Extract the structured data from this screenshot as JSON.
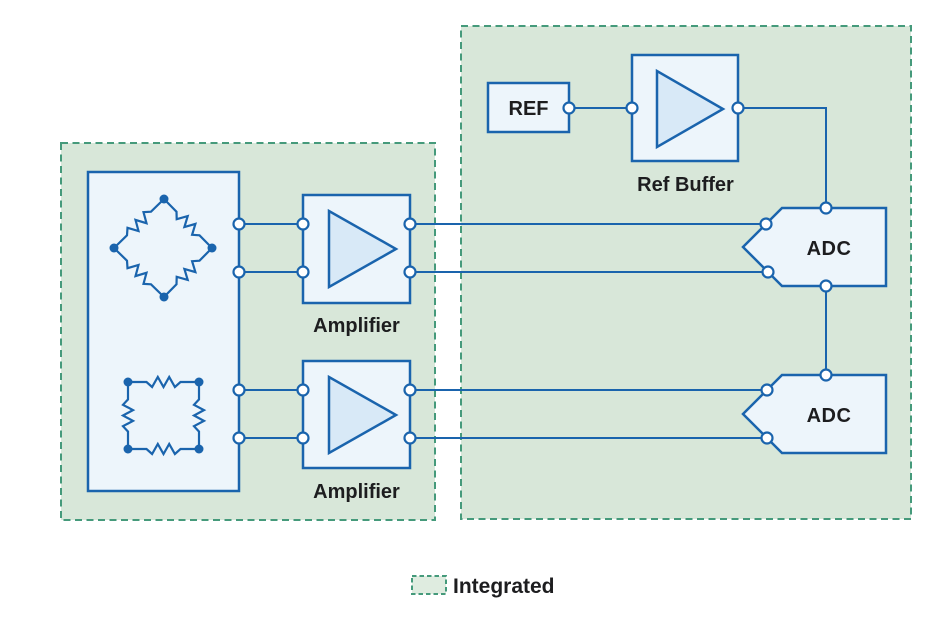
{
  "diagram": {
    "description": "Signal chain block diagram: two sensor bridges feed two amplifiers, whose outputs feed two ADCs; a REF block drives a Ref Buffer that supplies the ADC reference. Dashed green regions mark integrated circuitry.",
    "blocks": {
      "ref": {
        "label": "REF"
      },
      "ref_buffer": {
        "label": "Ref Buffer"
      },
      "amplifier_top": {
        "label": "Amplifier"
      },
      "amplifier_bottom": {
        "label": "Amplifier"
      },
      "adc_top": {
        "label": "ADC"
      },
      "adc_bottom": {
        "label": "ADC"
      }
    },
    "legend": {
      "label": "Integrated"
    },
    "icons": [
      "wheatstone-bridge-diamond-icon",
      "wheatstone-bridge-square-icon",
      "amplifier-triangle-icon",
      "ref-buffer-triangle-icon",
      "terminal-circle-icon",
      "node-dot-icon"
    ],
    "colors": {
      "background": "#ffffff",
      "region_fill": "#d8e7d9",
      "region_dash": "#459a7b",
      "line_blue": "#1a64ad",
      "block_fill": "#edf5fb",
      "triangle_fill": "#d8e9f7",
      "text": "#1d1d1f",
      "legend_swatch_fill": "#dfece0"
    }
  }
}
